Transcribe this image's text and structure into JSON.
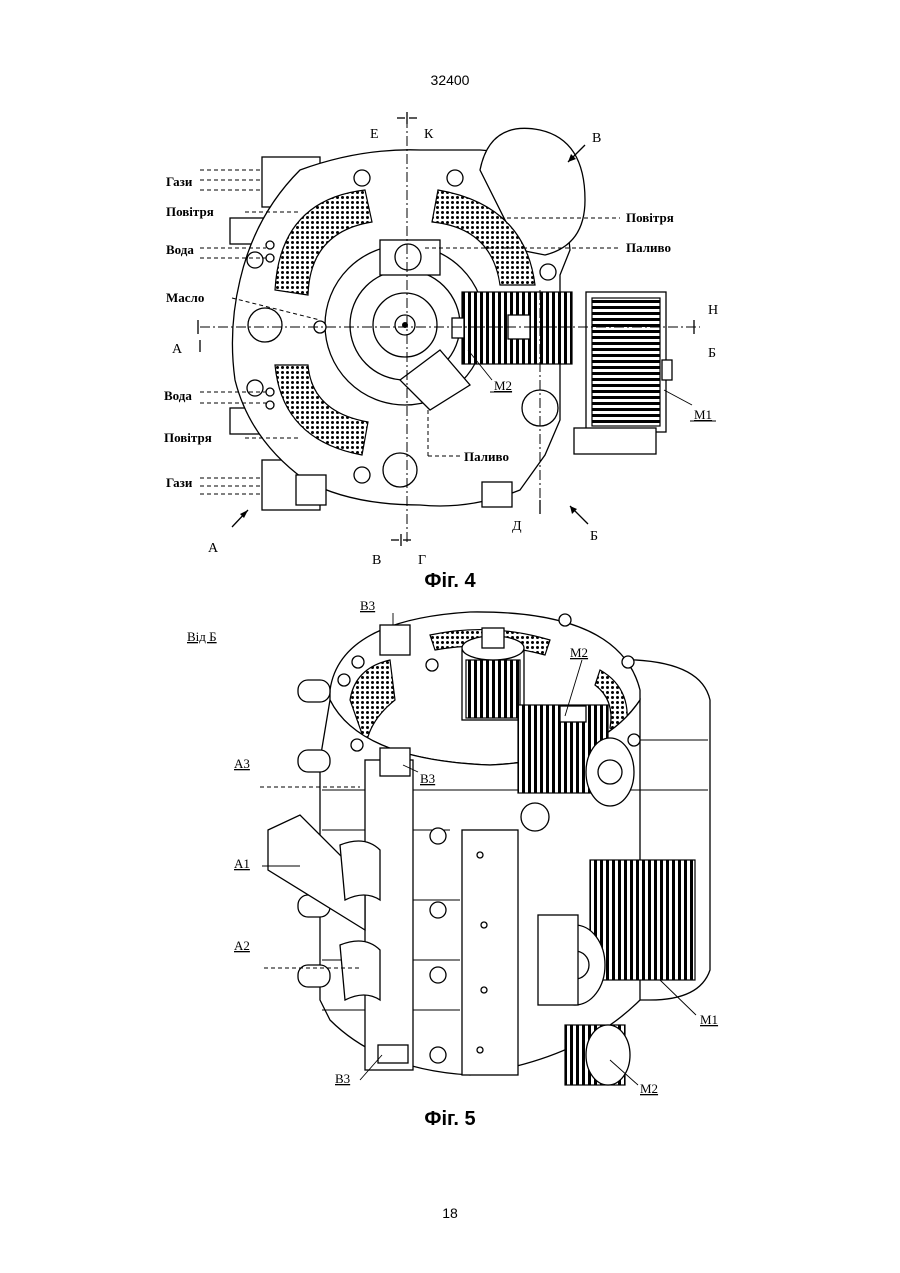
{
  "page": {
    "doc_number": "32400",
    "page_number": "18"
  },
  "fig4": {
    "caption": "Фіг. 4",
    "labels": {
      "E": "Е",
      "K": "К",
      "V_top": "В",
      "hazy_top": "Гази",
      "povitrya_left_top": "Повітря",
      "voda_top": "Вода",
      "maslo": "Масло",
      "A_left": "А",
      "voda_bottom": "Вода",
      "povitrya_left_bottom": "Повітря",
      "hazy_bottom": "Гази",
      "A_bottom": "А",
      "V_bottom": "В",
      "G": "Г",
      "D": "Д",
      "B_bottom": "Б",
      "povitrya_right": "Повітря",
      "palyvo_right": "Паливо",
      "palyvo_bottom": "Паливо",
      "H": "Н",
      "B_right": "Б",
      "M1": "М1",
      "M2": "М2"
    }
  },
  "fig5": {
    "caption": "Фіг. 5",
    "view_label": "Від Б",
    "labels": {
      "B3_top": "В3",
      "B3_mid": "В3",
      "B3_bottom": "В3",
      "A3": "А3",
      "A1": "А1",
      "A2": "А2",
      "M2_top": "М2",
      "M1": "М1",
      "M2_bottom": "М2"
    }
  }
}
